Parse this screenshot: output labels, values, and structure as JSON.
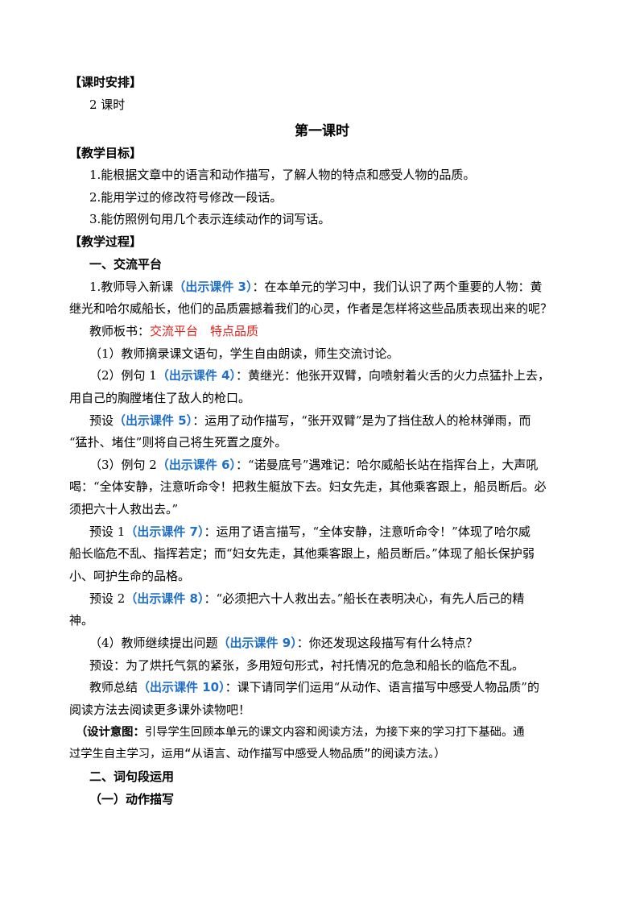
{
  "sections": {
    "schedule_heading": "【课时安排】",
    "schedule_value": "2 课时",
    "lesson_title": "第一课时",
    "goals_heading": "【教学目标】",
    "goals": [
      "1.能根据文章中的语言和动作描写，了解人物的特点和感受人物的品质。",
      "2.能用学过的修改符号修改一段话。",
      "3.能仿照例句用几个表示连续动作的词写话。"
    ],
    "process_heading": "【教学过程】",
    "part1_heading": "一、交流平台"
  },
  "para1": {
    "l1_a": "1.教师导入新课",
    "l1_b": "（出示课件 3）",
    "l1_c": "：在本单元的学习中，我们认识了两个重要的人物：黄",
    "l2": "继光和哈尔威船长，他们的品质震撼着我们的心灵，作者是怎样将这些品质表现出来的呢？"
  },
  "board": {
    "label": "教师板书：",
    "value": "交流平台　特点品质"
  },
  "item1": "（1）教师摘录课文语句，学生自由朗读，师生交流讨论。",
  "item2": {
    "a": "（2）例句 1",
    "b": "（出示课件 4）",
    "c": "：黄继光：他张开双臂，向喷射着火舌的火力点猛扑上去，",
    "l2": "用自己的胸膛堵住了敌人的枪口。"
  },
  "preset0": {
    "a": "预设",
    "b": "（出示课件 5）",
    "c": "：运用了动作描写，“张开双臂”是为了挡住敌人的枪林弹雨，而",
    "l2": "“猛扑、堵住”则将自己将生死置之度外。"
  },
  "item3": {
    "a": "（3）例句 2",
    "b": "（出示课件 6）",
    "c": "：“诺曼底号”遇难记：哈尔威船长站在指挥台上，大声吼",
    "l2": "喝：“全体安静，注意听命令！把救生艇放下去。妇女先走，其他乘客跟上，船员断后。必",
    "l3": "须把六十人救出去。”"
  },
  "preset1": {
    "a": "预设 1",
    "b": "（出示课件 7）",
    "c": "：运用了语言描写，“全体安静，注意听命令！”体现了哈尔威",
    "l2": "船长临危不乱、指挥若定；而“妇女先走，其他乘客跟上，船员断后。”体现了船长保护弱",
    "l3": "小、呵护生命的品格。"
  },
  "preset2": {
    "a": "预设 2",
    "b": "（出示课件 8）",
    "c": "：“必须把六十人救出去。”船长在表明决心，有先人后己的精",
    "l2": "神。"
  },
  "item4": {
    "a": "（4）教师继续提出问题",
    "b": "（出示课件 9）",
    "c": "：你还发现这段描写有什么特点？"
  },
  "preset3": "预设：为了烘托气氛的紧张，多用短句形式，衬托情况的危急和船长的临危不乱。",
  "summary": {
    "a": "教师总结",
    "b": "（出示课件 10）",
    "c": "：课下请同学们运用“从动作、语言描写中感受人物品质”的",
    "l2": "阅读方法去阅读更多课外读物吧！"
  },
  "design_note": {
    "label": "（设计意图：",
    "l1": "引导学生回顾本单元的课文内容和阅读方法，为接下来的学习打下基础。通",
    "l2": "过学生自主学习，运用“从语言、动作描写中感受人物品质”的阅读方法。）"
  },
  "part2_heading": "二、词句段运用",
  "part2_sub": "（一）动作描写"
}
